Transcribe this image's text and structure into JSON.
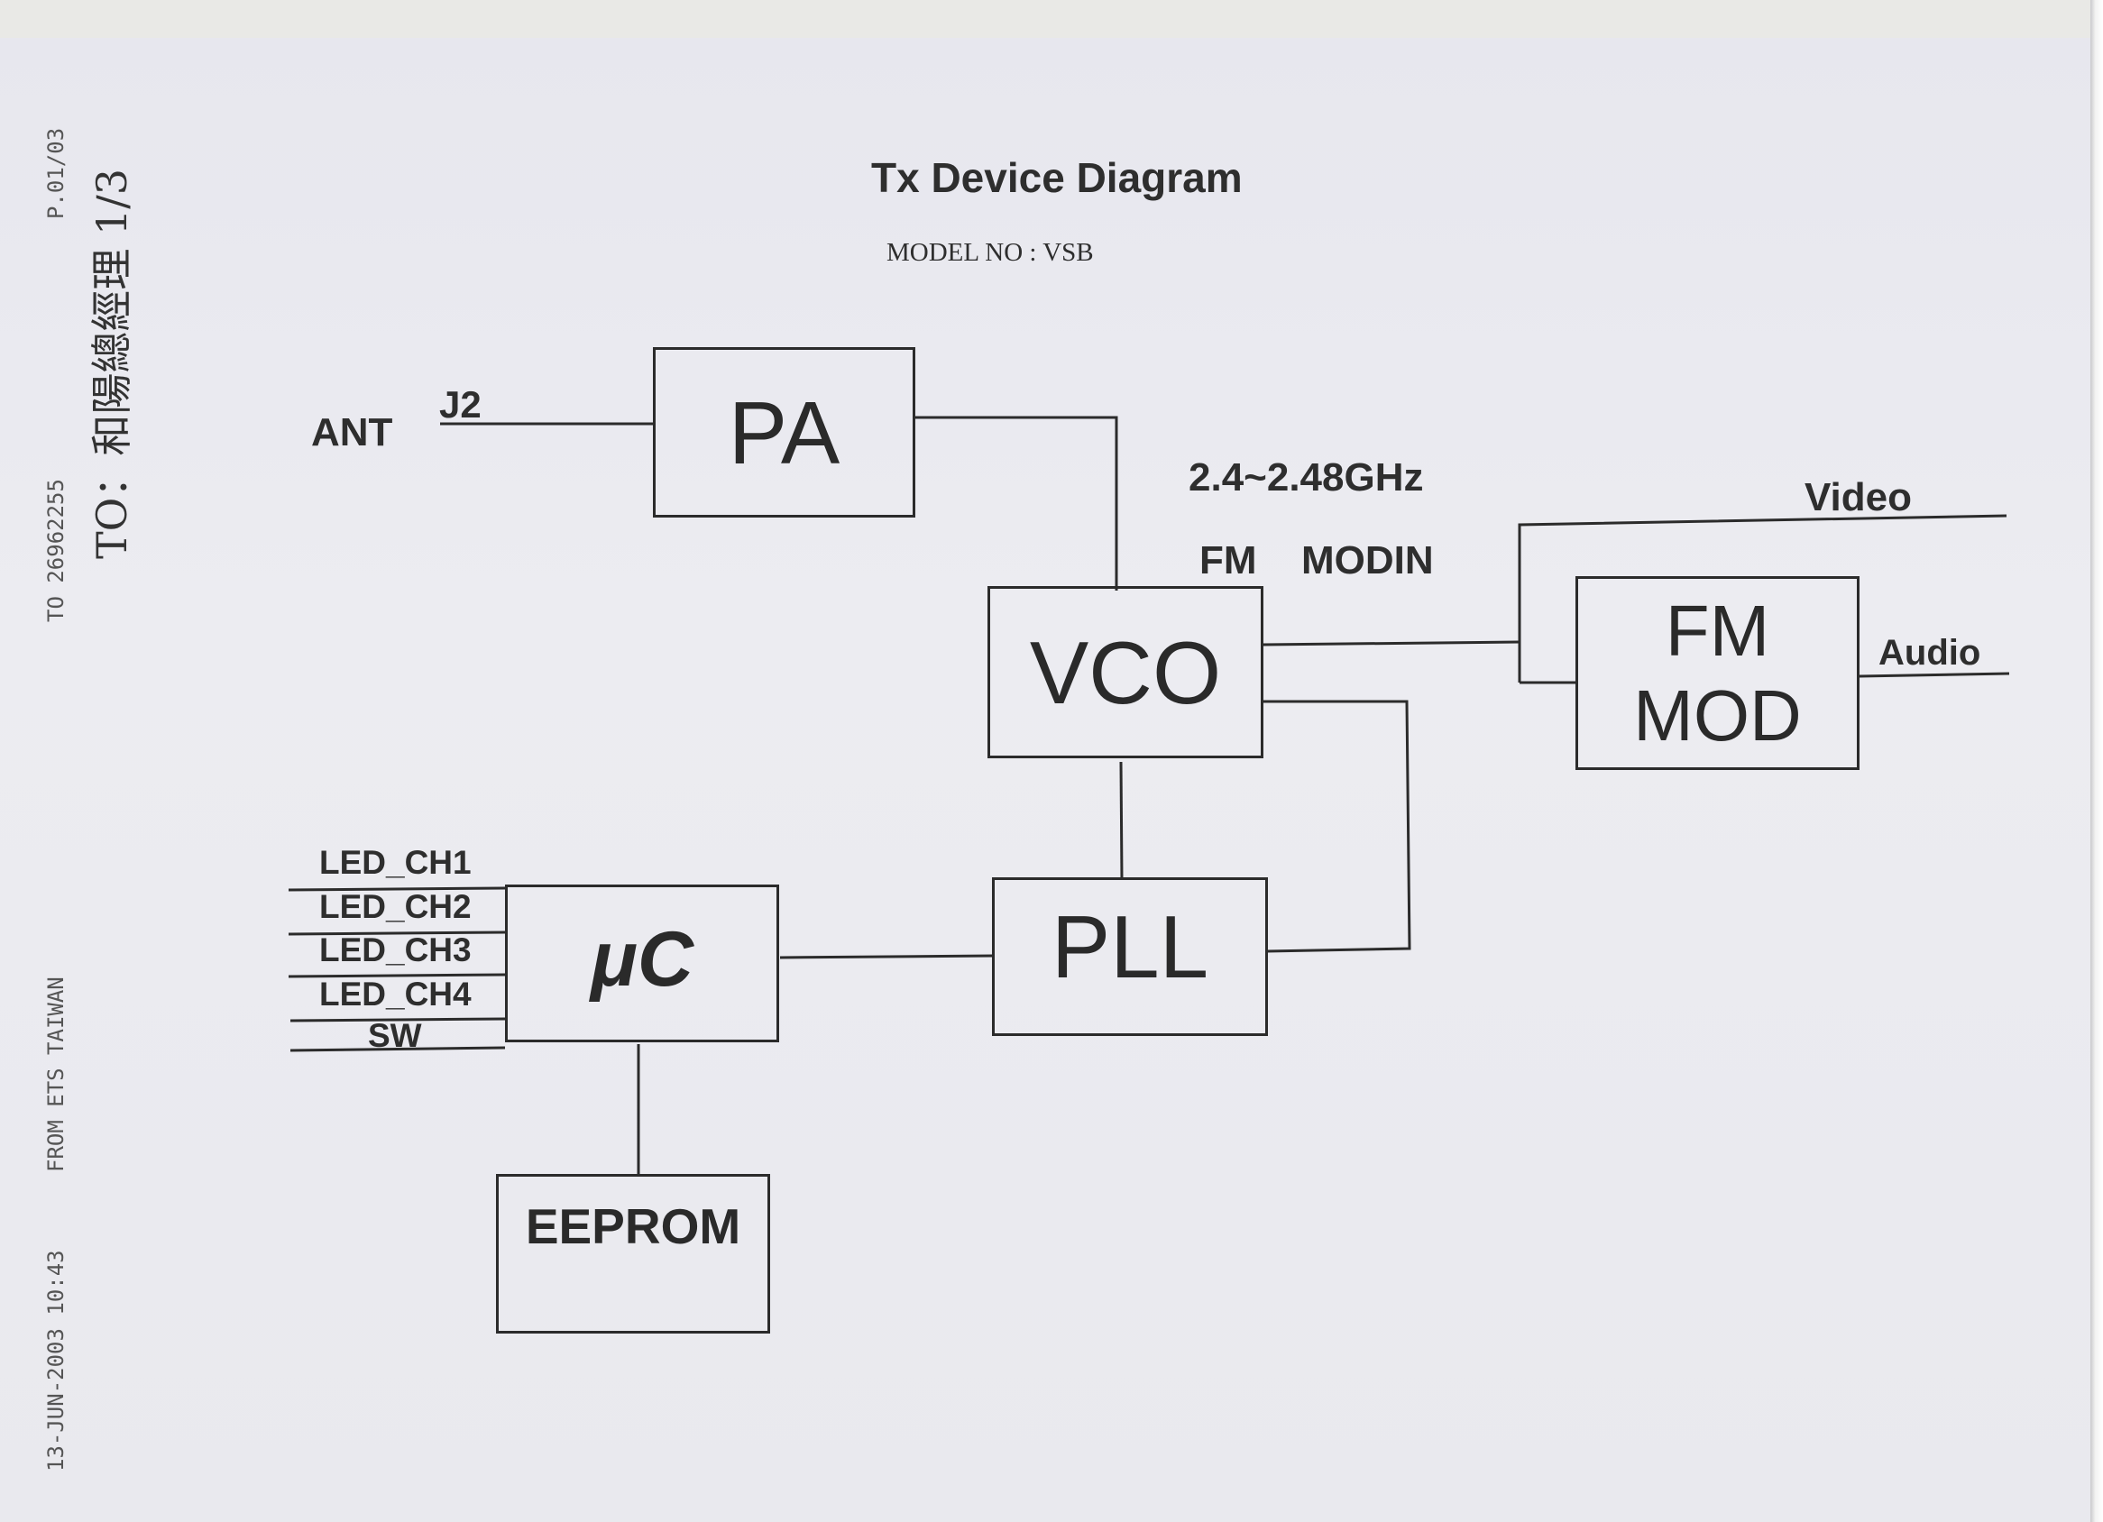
{
  "header": {
    "title": "Tx Device Diagram",
    "model": "MODEL NO : VSB"
  },
  "fax_header": {
    "date_time": "13-JUN-2003  10:43",
    "from": "FROM  ETS TAIWAN",
    "to": "TO  26962255",
    "page": "P.01/03"
  },
  "handwritten_note": "TO：和陽總經理 1/3",
  "blocks": {
    "pa": "PA",
    "vco": "VCO",
    "pll": "PLL",
    "uc": "μC",
    "eeprom": "EEPROM",
    "fm_mod_line1": "FM",
    "fm_mod_line2": "MOD"
  },
  "labels": {
    "ant": "ANT",
    "j2": "J2",
    "freq": "2.4~2.48GHz",
    "fm": "FM",
    "modin": "MODIN",
    "video": "Video",
    "audio": "Audio"
  },
  "uc_inputs": [
    "LED_CH1",
    "LED_CH2",
    "LED_CH3",
    "LED_CH4",
    "SW"
  ]
}
